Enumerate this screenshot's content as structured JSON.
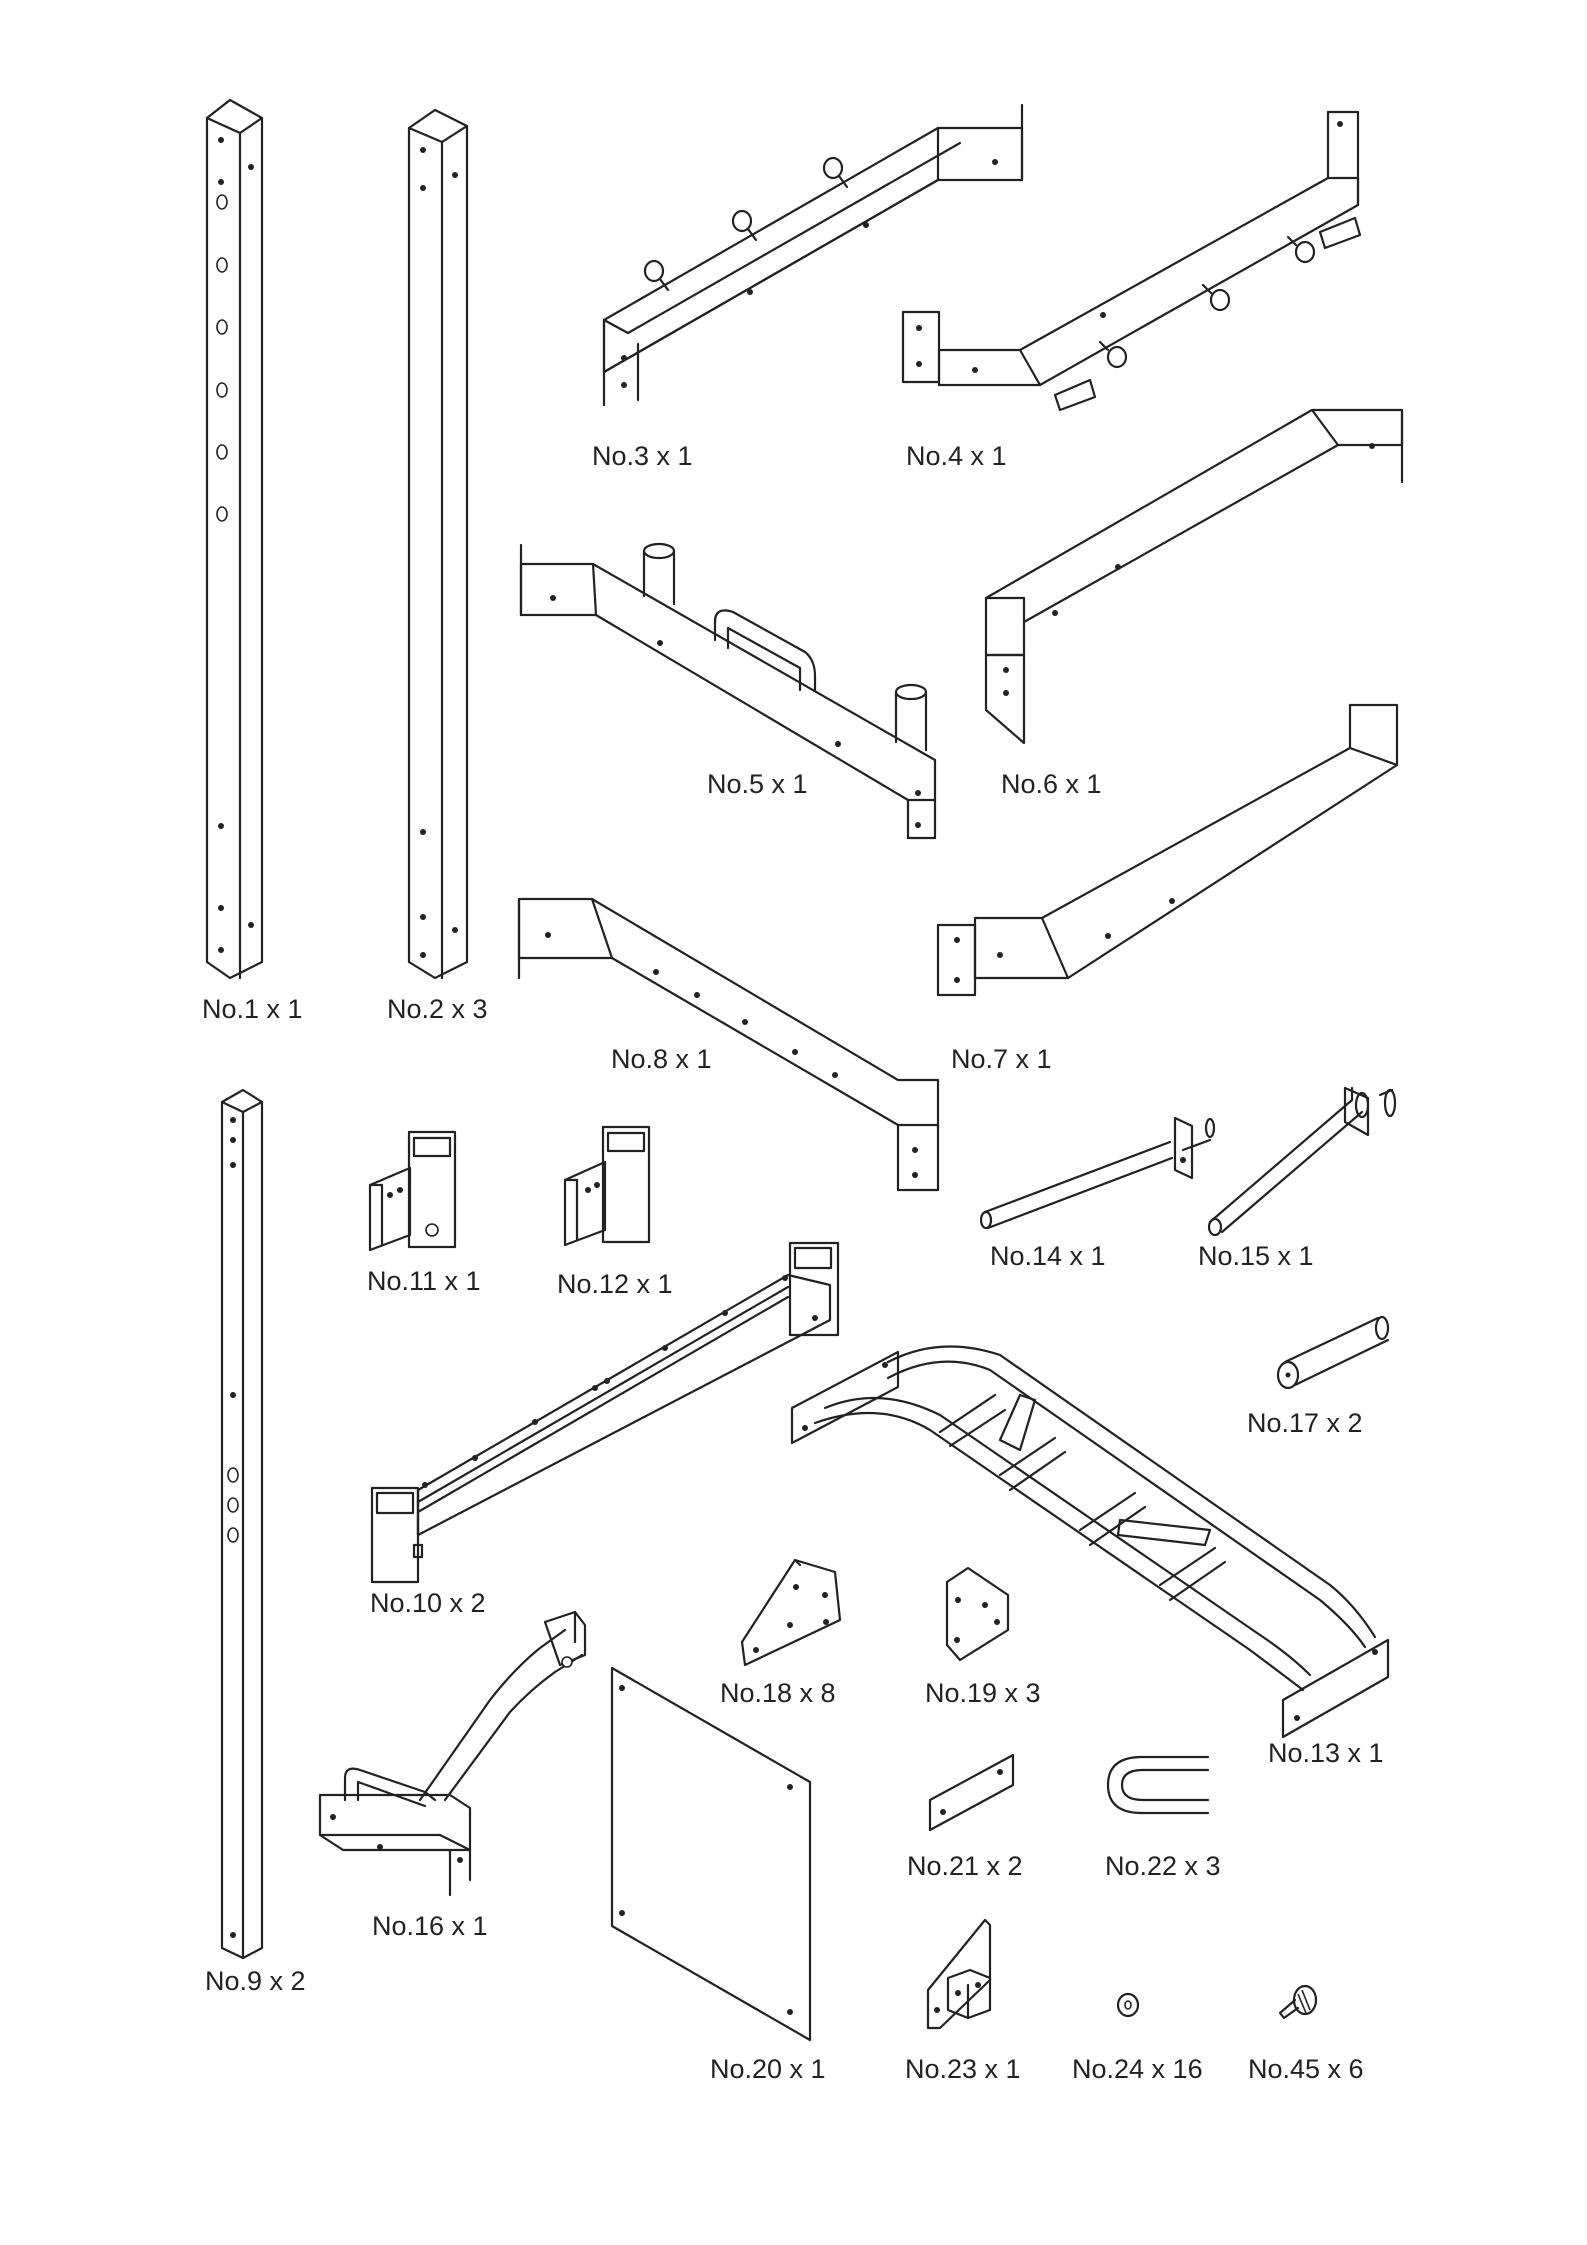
{
  "parts": [
    {
      "id": "1",
      "label": "No.1 x 1"
    },
    {
      "id": "2",
      "label": "No.2 x 3"
    },
    {
      "id": "3",
      "label": "No.3 x 1"
    },
    {
      "id": "4",
      "label": "No.4 x 1"
    },
    {
      "id": "5",
      "label": "No.5 x 1"
    },
    {
      "id": "6",
      "label": "No.6 x 1"
    },
    {
      "id": "7",
      "label": "No.7 x 1"
    },
    {
      "id": "8",
      "label": "No.8 x 1"
    },
    {
      "id": "9",
      "label": "No.9 x 2"
    },
    {
      "id": "10",
      "label": "No.10 x 2"
    },
    {
      "id": "11",
      "label": "No.11 x 1"
    },
    {
      "id": "12",
      "label": "No.12 x 1"
    },
    {
      "id": "13",
      "label": "No.13 x 1"
    },
    {
      "id": "14",
      "label": "No.14 x 1"
    },
    {
      "id": "15",
      "label": "No.15 x 1"
    },
    {
      "id": "16",
      "label": "No.16 x 1"
    },
    {
      "id": "17",
      "label": "No.17 x 2"
    },
    {
      "id": "18",
      "label": "No.18 x 8"
    },
    {
      "id": "19",
      "label": "No.19 x 3"
    },
    {
      "id": "20",
      "label": "No.20 x 1"
    },
    {
      "id": "21",
      "label": "No.21 x 2"
    },
    {
      "id": "22",
      "label": "No.22 x 3"
    },
    {
      "id": "23",
      "label": "No.23 x 1"
    },
    {
      "id": "24",
      "label": "No.24 x 16"
    },
    {
      "id": "45",
      "label": "No.45 x 6"
    }
  ]
}
